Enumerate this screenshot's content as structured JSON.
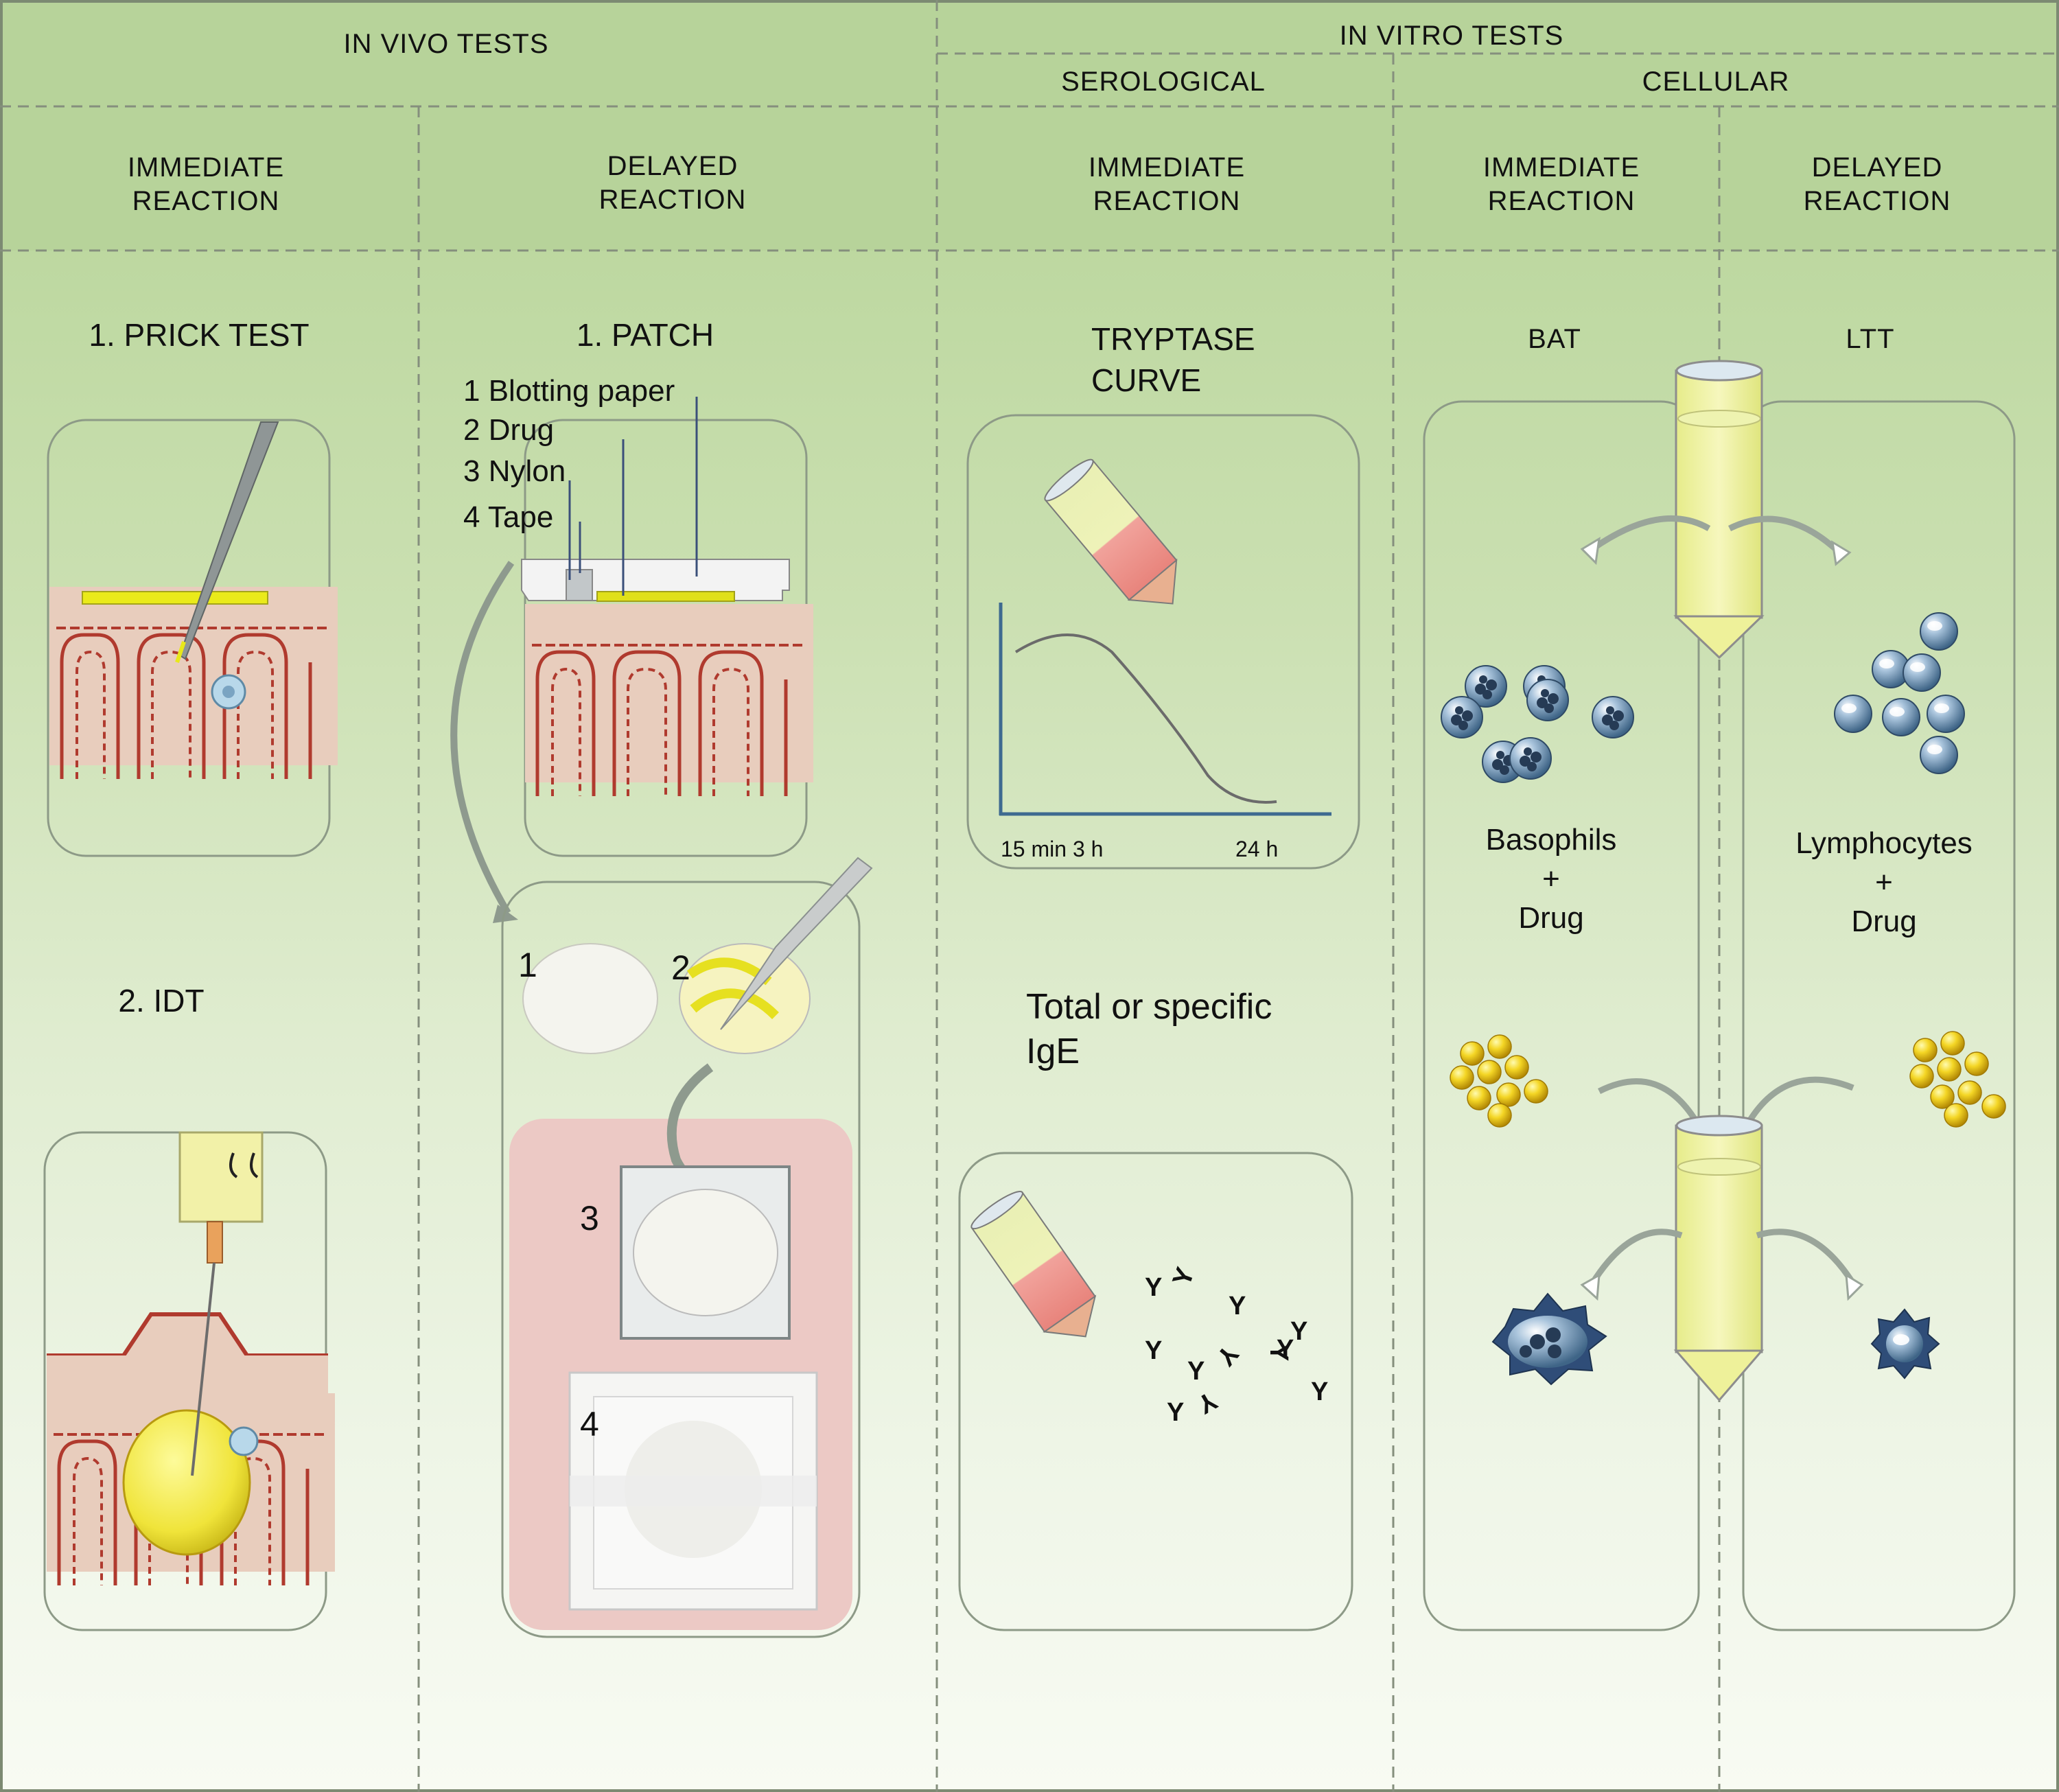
{
  "headers": {
    "in_vivo": "IN VIVO TESTS",
    "in_vitro": "IN VITRO TESTS",
    "serological": "SEROLOGICAL",
    "cellular": "CELLULAR",
    "col1": "IMMEDIATE\nREACTION",
    "col2": "DELAYED\nREACTION",
    "col3": "IMMEDIATE\nREACTION",
    "col4": "IMMEDIATE\nREACTION",
    "col5": "DELAYED\nREACTION"
  },
  "in_vivo": {
    "prick_test": "1. PRICK  TEST",
    "idt": "2. IDT",
    "patch": "1. PATCH",
    "patch_layers": [
      "1 Blotting paper",
      "2 Drug",
      "3 Nylon",
      "4 Tape"
    ],
    "steps": [
      "1",
      "2",
      "3",
      "4"
    ]
  },
  "serological": {
    "tryptase": "TRYPTASE\nCURVE",
    "tick_left": "15 min 3 h",
    "tick_right": "24 h",
    "ige": "Total or specific\nIgE"
  },
  "cellular": {
    "bat": "BAT",
    "ltt": "LTT",
    "basophils": "Basophils\n+\nDrug",
    "lymphocytes": "Lymphocytes\n+\nDrug"
  },
  "colors": {
    "header_green": "#b8d49a",
    "skin": "#e6c8b6",
    "capillary": "#b03a2e",
    "drug_yellow": "#f2ea3a",
    "cell_blue": "#5a7ea3",
    "patch_pink": "#ecc9c5"
  }
}
